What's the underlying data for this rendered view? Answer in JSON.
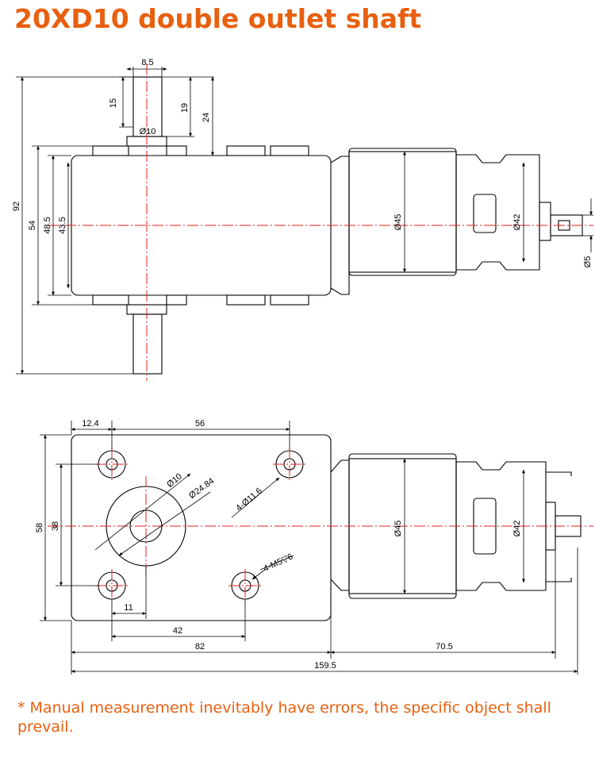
{
  "title": "20XD10 double outlet shaft",
  "note": "* Manual measurement inevitably have errors, the specific object shall prevail.",
  "colors": {
    "accent": "#e8600f",
    "centerline": "#e02020",
    "outline": "#000000"
  },
  "top_view": {
    "shaft_width": "8.5",
    "shaft_len_a": "15",
    "shaft_len_b": "19",
    "shaft_len_c": "24",
    "boss_dia": "Ø10",
    "overall_height": "92",
    "body_height": "54",
    "flange_height": "48.5",
    "inner_height": "43.5",
    "motor_dia": "Ø45",
    "cap_dia": "Ø42",
    "output_dia": "Ø5"
  },
  "front_view": {
    "edge_offset": "12.4",
    "hole_spacing_x": "56",
    "overall_height": "58",
    "hole_spacing_y": "38",
    "shaft_dia": "Ø10",
    "boss_dia": "Ø24.84",
    "hole_spec": "4-Ø11.6",
    "thread_spec": "4-M5▽6",
    "offset_11": "11",
    "dim_42": "42",
    "gearbox_length": "82",
    "motor_length": "70.5",
    "total_length": "159.5",
    "motor_dia": "Ø45",
    "cap_dia": "Ø42"
  }
}
